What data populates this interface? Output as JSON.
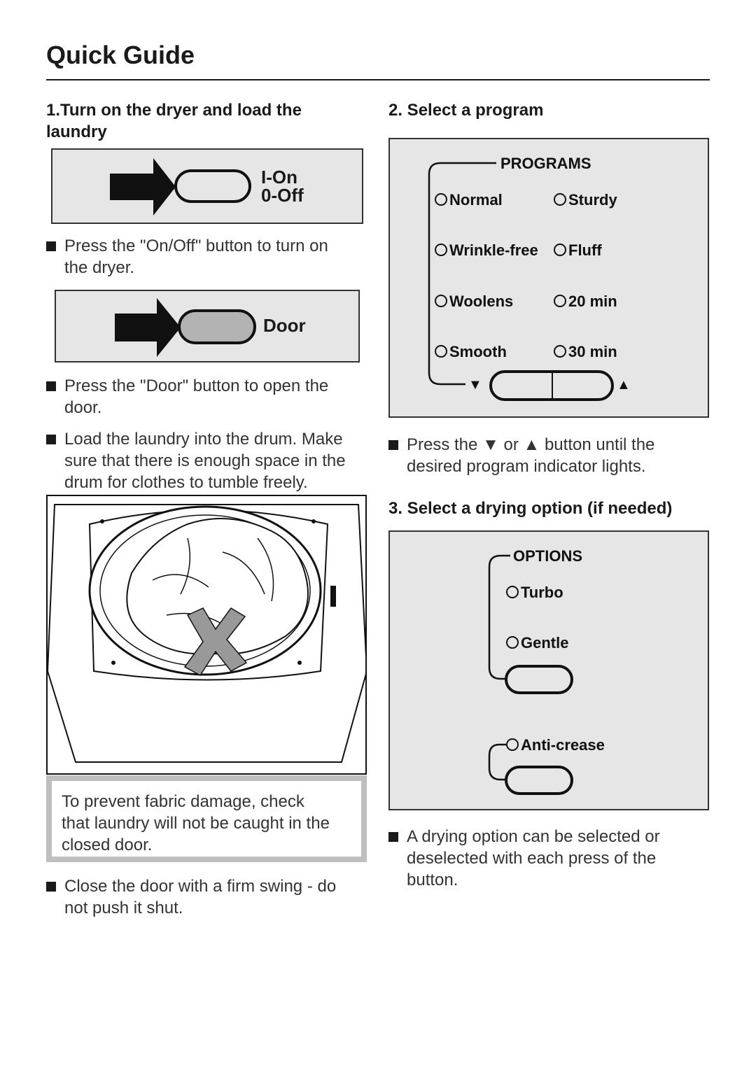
{
  "page_title": "Quick Guide",
  "step1": {
    "heading_line1": "1.Turn on the dryer and load the",
    "heading_line2": "laundry",
    "onoff_label_on": "I-On",
    "onoff_label_off": "0-Off",
    "bullet1_line1": "Press the \"On/Off\" button to turn on",
    "bullet1_line2": "the dryer.",
    "door_label": "Door",
    "bullet2_line1": "Press the \"Door\" button to open the",
    "bullet2_line2": "door.",
    "bullet3_line1": "Load the laundry into the drum. Make",
    "bullet3_line2": "sure that there is enough space in the",
    "bullet3_line3": "drum for clothes to tumble freely.",
    "note_line1": "To prevent fabric damage, check",
    "note_line2": "that laundry will not be caught in the",
    "note_line3": "closed door.",
    "bullet4_line1": "Close the door with a firm swing - do",
    "bullet4_line2": "not push it shut."
  },
  "step2": {
    "heading": "2. Select a program",
    "panel_title": "PROGRAMS",
    "programs": [
      "Normal",
      "Sturdy",
      "Wrinkle-free",
      "Fluff",
      "Woolens",
      "20 min",
      "Smooth",
      "30 min"
    ],
    "bullet_a": "Press the",
    "bullet_or": "or",
    "bullet_b": "button until the",
    "bullet_line2": "desired program indicator lights."
  },
  "step3": {
    "heading": "3. Select a drying option (if needed)",
    "panel_title": "OPTIONS",
    "options": [
      "Turbo",
      "Gentle"
    ],
    "anti_crease": "Anti-crease",
    "bullet_line1": "A drying option can be selected or",
    "bullet_line2": "deselected with each press of the",
    "bullet_line3": "button."
  }
}
